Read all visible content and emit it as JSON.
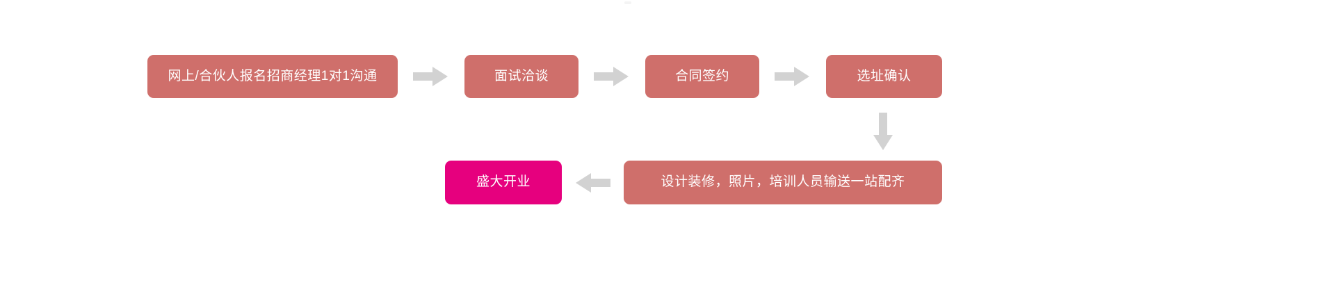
{
  "diagram": {
    "title": "",
    "colors": {
      "node_salmon": "#cf6f6b",
      "node_magenta": "#e6007e",
      "arrow_gray": "#d2d2d2",
      "text_white": "#ffffff",
      "background": "#ffffff"
    },
    "row1": {
      "nodes": [
        {
          "id": "signup-contact",
          "label": "网上/合伙人报名招商经理1对1沟通",
          "color": "salmon"
        },
        {
          "id": "interview",
          "label": "面试洽谈",
          "color": "salmon"
        },
        {
          "id": "contract",
          "label": "合同签约",
          "color": "salmon"
        },
        {
          "id": "site-confirm",
          "label": "选址确认",
          "color": "salmon"
        }
      ],
      "connectors": [
        {
          "id": "arrow-1",
          "direction": "right"
        },
        {
          "id": "arrow-2",
          "direction": "right"
        },
        {
          "id": "arrow-3",
          "direction": "right"
        }
      ]
    },
    "vertical_connector": {
      "id": "arrow-down",
      "direction": "down"
    },
    "row2": {
      "nodes": [
        {
          "id": "grand-opening",
          "label": "盛大开业",
          "color": "magenta"
        },
        {
          "id": "setup-package",
          "label": "设计装修，照片，培训人员输送一站配齐",
          "color": "salmon"
        }
      ],
      "connectors": [
        {
          "id": "arrow-left",
          "direction": "left"
        }
      ]
    }
  }
}
